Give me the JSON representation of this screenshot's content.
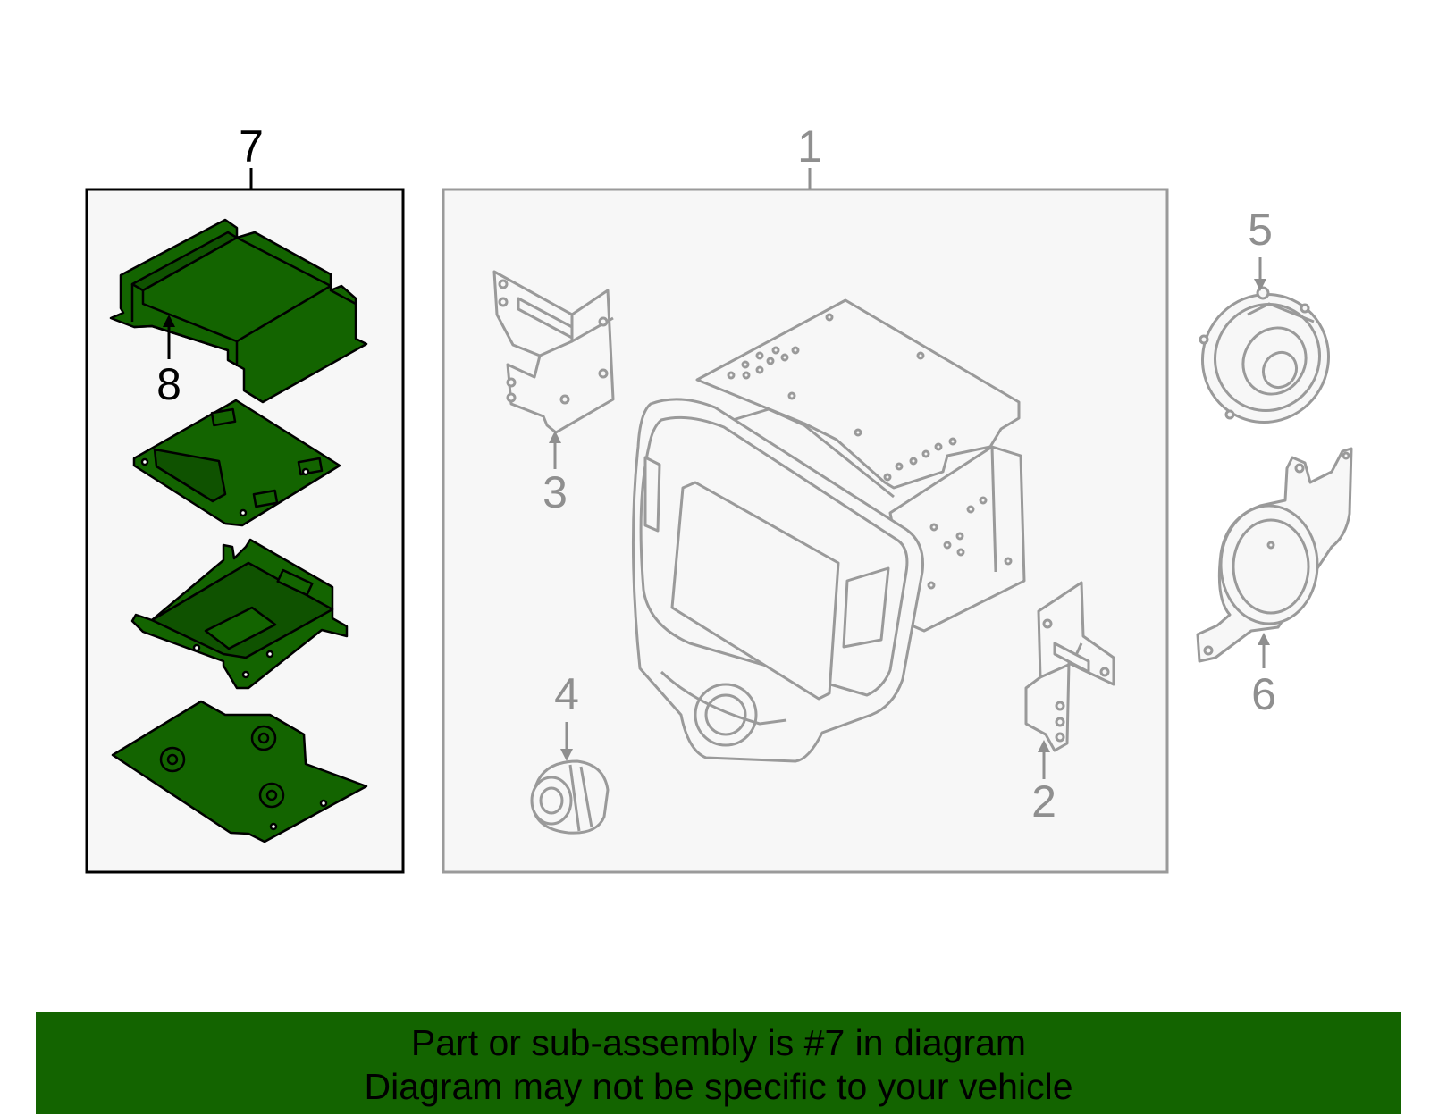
{
  "diagram": {
    "callouts": {
      "c1": "1",
      "c2": "2",
      "c3": "3",
      "c4": "4",
      "c5": "5",
      "c6": "6",
      "c7": "7",
      "c8": "8"
    }
  },
  "banner": {
    "line1": "Part or sub-assembly is #7 in diagram",
    "line2": "Diagram may not be specific to your vehicle"
  },
  "colors": {
    "highlight_green": "#136400",
    "outline_grey": "#9a9a9a",
    "panel_fill": "#f7f7f7"
  }
}
